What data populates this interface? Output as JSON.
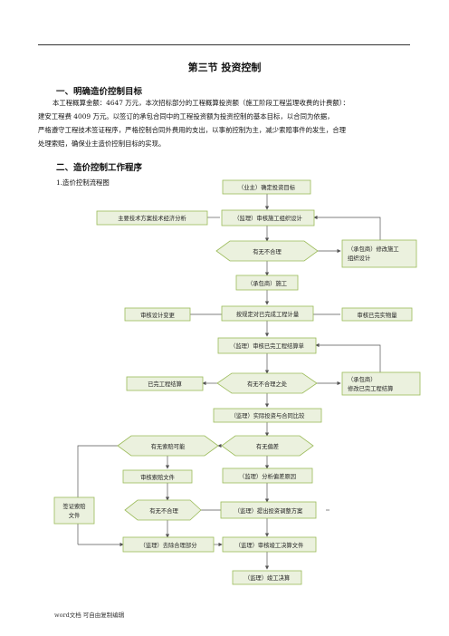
{
  "section_title": "第三节  投资控制",
  "heading1": "一、明确造价控制目标",
  "para1_line1": "本工程概算金额：4647 万元，本次招标部分的工程概算投资额（施工阶段工程监理收费的计费额）：",
  "para1_line2": "建安工程费 4009 万元。以签订的承包合同中的工程投资额为投资控制的基本目标，以合同为依据，",
  "para1_line3": "严格遵守工程技术签证程序，严格控制合同外费用的支出，以事前控制为主，减少索赔事件的发生，合理",
  "para1_line4": "处理索赔，确保业主造价控制目标的实现。",
  "heading2": "二、造价控制工作程序",
  "subheading": "1.造价控制流程图",
  "flow": {
    "n1": "（业主）确定投资目标",
    "n2": "（监理）审核施工组织设计",
    "n2_left": "主要技术方案技术经济分析",
    "d1": "有无不合理",
    "d1_right_l1": "（承包商）修改施工",
    "d1_right_l2": "组织设计",
    "n3": "（承包商）施工",
    "n4": "按规定对已完成工程计量",
    "n4_left": "审核设计变更",
    "n4_right": "审核已完实物量",
    "n5": "（监理）审核已完工程结算单",
    "d2": "有无不合理之处",
    "d2_left": "已完工程结算",
    "d2_right_l1": "（承包商）",
    "d2_right_l2": "修改已完工程结算",
    "n6": "（监理）实际投资与合同比较",
    "d3": "有无偏差",
    "d4": "有无索赔可能",
    "n7": "（监理）分析偏差原因",
    "n8": "审核索赔文件",
    "n9_l1": "签证索赔",
    "n9_l2": "文件",
    "d5": "有无不合理",
    "n10": "（监理）提出投资调整方案",
    "n11": "（监理）去除合理部分",
    "n12": "（监理）审核竣工决算文件",
    "n13": "（监理）竣工决算"
  },
  "footer": "word文档 可自由复制编辑",
  "colors": {
    "node_fill": "#ebf1de",
    "node_stroke": "#9bbb59",
    "line": "#555555"
  }
}
